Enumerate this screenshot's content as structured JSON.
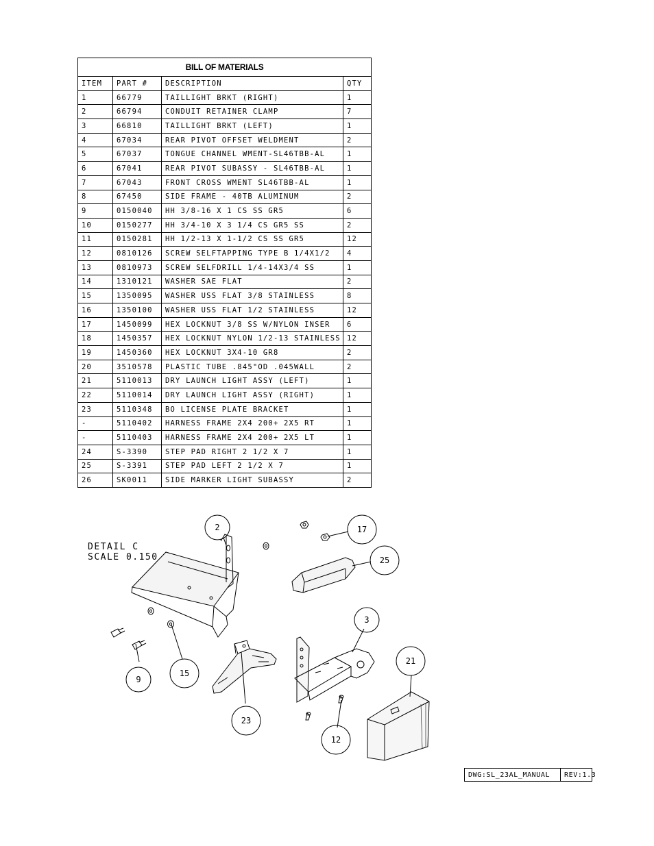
{
  "bom": {
    "title": "BILL OF MATERIALS",
    "headers": {
      "item": "ITEM",
      "part": "PART #",
      "description": "DESCRIPTION",
      "qty": "QTY"
    },
    "rows": [
      {
        "item": "1",
        "part": "66779",
        "description": "TAILLIGHT BRKT (RIGHT)",
        "qty": "1"
      },
      {
        "item": "2",
        "part": "66794",
        "description": "CONDUIT RETAINER CLAMP",
        "qty": "7"
      },
      {
        "item": "3",
        "part": "66810",
        "description": "TAILLIGHT BRKT (LEFT)",
        "qty": "1"
      },
      {
        "item": "4",
        "part": "67034",
        "description": "REAR PIVOT OFFSET WELDMENT",
        "qty": "2"
      },
      {
        "item": "5",
        "part": "67037",
        "description": "TONGUE CHANNEL WMENT-SL46TBB-AL",
        "qty": "1"
      },
      {
        "item": "6",
        "part": "67041",
        "description": "REAR PIVOT SUBASSY - SL46TBB-AL",
        "qty": "1"
      },
      {
        "item": "7",
        "part": "67043",
        "description": "FRONT CROSS WMENT SL46TBB-AL",
        "qty": "1"
      },
      {
        "item": "8",
        "part": "67450",
        "description": "SIDE FRAME - 40TB ALUMINUM",
        "qty": "2"
      },
      {
        "item": "9",
        "part": "0150040",
        "description": "HH 3/8-16 X 1 CS SS GR5",
        "qty": "6"
      },
      {
        "item": "10",
        "part": "0150277",
        "description": "HH 3/4-10 X 3 1/4 CS GR5 SS",
        "qty": "2"
      },
      {
        "item": "11",
        "part": "0150281",
        "description": "HH 1/2-13 X 1-1/2 CS SS GR5",
        "qty": "12"
      },
      {
        "item": "12",
        "part": "0810126",
        "description": "SCREW SELFTAPPING TYPE B 1/4X1/2",
        "qty": "4"
      },
      {
        "item": "13",
        "part": "0810973",
        "description": "SCREW SELFDRILL  1/4-14X3/4 SS",
        "qty": "1"
      },
      {
        "item": "14",
        "part": "1310121",
        "description": "WASHER SAE FLAT",
        "qty": "2"
      },
      {
        "item": "15",
        "part": "1350095",
        "description": "WASHER USS FLAT 3/8 STAINLESS",
        "qty": "8"
      },
      {
        "item": "16",
        "part": "1350100",
        "description": "WASHER USS FLAT 1/2 STAINLESS",
        "qty": "12"
      },
      {
        "item": "17",
        "part": "1450099",
        "description": "HEX LOCKNUT 3/8 SS W/NYLON INSER",
        "qty": "6"
      },
      {
        "item": "18",
        "part": "1450357",
        "description": "HEX LOCKNUT NYLON 1/2-13 STAINLESS",
        "qty": "12"
      },
      {
        "item": "19",
        "part": "1450360",
        "description": "HEX LOCKNUT 3X4-10 GR8",
        "qty": "2"
      },
      {
        "item": "20",
        "part": "3510578",
        "description": "PLASTIC TUBE .845\"OD .045WALL",
        "qty": "2"
      },
      {
        "item": "21",
        "part": "5110013",
        "description": "DRY LAUNCH LIGHT ASSY (LEFT)",
        "qty": "1"
      },
      {
        "item": "22",
        "part": "5110014",
        "description": "DRY LAUNCH LIGHT ASSY (RIGHT)",
        "qty": "1"
      },
      {
        "item": "23",
        "part": "5110348",
        "description": "BO LICENSE PLATE BRACKET",
        "qty": "1"
      },
      {
        "item": "-",
        "part": "5110402",
        "description": "HARNESS   FRAME 2X4 200+ 2X5 RT",
        "qty": "1"
      },
      {
        "item": "-",
        "part": "5110403",
        "description": "HARNESS   FRAME 2X4 200+ 2X5 LT",
        "qty": "1"
      },
      {
        "item": "24",
        "part": "S-3390",
        "description": "STEP PAD  RIGHT  2 1/2 X  7",
        "qty": "1"
      },
      {
        "item": "25",
        "part": "S-3391",
        "description": "STEP PAD  LEFT  2 1/2 X  7",
        "qty": "1"
      },
      {
        "item": "26",
        "part": "SK0011",
        "description": "SIDE MARKER LIGHT SUBASSY",
        "qty": "2"
      }
    ]
  },
  "detail": {
    "line1": "DETAIL  C",
    "line2": "SCALE  0.150"
  },
  "callouts": {
    "c2": "2",
    "c17": "17",
    "c25": "25",
    "c3": "3",
    "c21": "21",
    "c9": "9",
    "c15": "15",
    "c23": "23",
    "c12": "12"
  },
  "footer": {
    "dwg": "DWG:SL_23AL_MANUAL",
    "rev": "REV:1.3"
  }
}
